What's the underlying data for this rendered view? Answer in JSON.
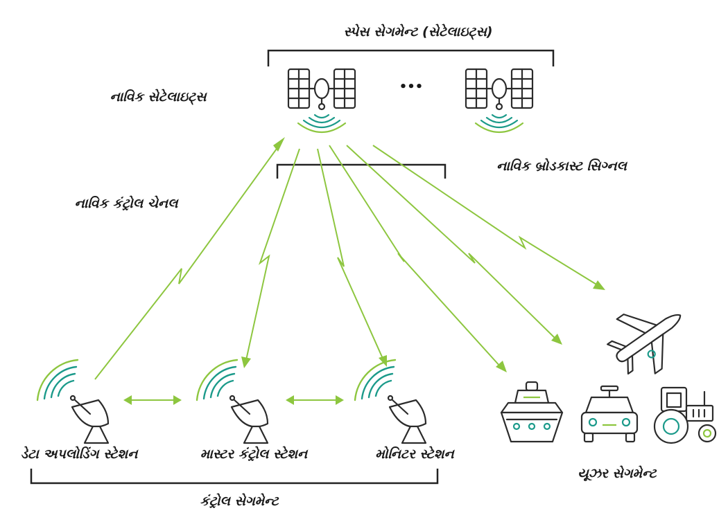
{
  "labels": {
    "space_segment": "સ્પેસ સેગમેન્ટ (સેટેલાઇટ્સ)",
    "navic_satellites": "નાવિક સેટેલાઇટ્સ",
    "ellipsis": "•••",
    "navic_broadcast_signal": "નાવિક બ્રોડકાસ્ટ સિગ્નલ",
    "navic_control_channel": "નાવિક કંટ્રોલ ચેનલ",
    "data_uplinking_station": "ડેટા અપલોડિંગ સ્ટેશન",
    "master_control_station": "માસ્ટર કંટ્રોલ સ્ટેશન",
    "monitor_station": "મોનિટર સ્ટેશન",
    "control_segment": "કંટ્રોલ સેગમેન્ટ",
    "user_segment": "યૂઝર સેગમેન્ટ"
  },
  "colors": {
    "signal_green": "#8dc63f",
    "wave_teal": "#1b9a8a",
    "outline": "#2b2b2b"
  },
  "icons": [
    "satellite-icon",
    "dish-antenna-icon",
    "ship-icon",
    "car-icon",
    "tractor-icon",
    "airplane-icon"
  ]
}
